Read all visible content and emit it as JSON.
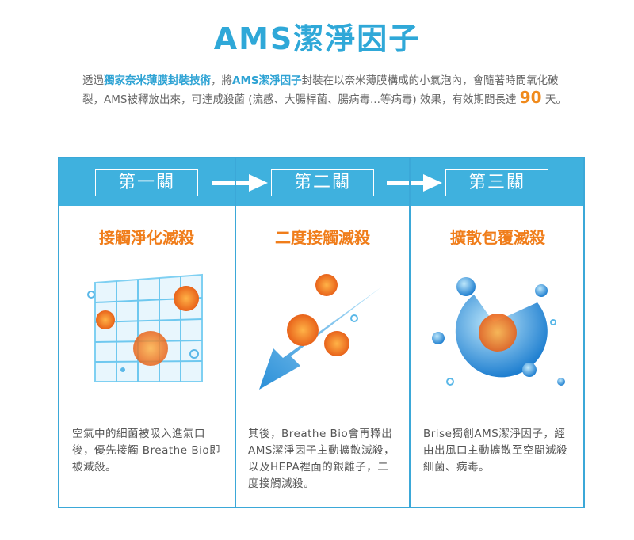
{
  "title": "AMS潔淨因子",
  "intro": {
    "p1": "透過",
    "h1": "獨家奈米薄膜封裝技術",
    "p2": "，將",
    "h2": "AMS潔淨因子",
    "p3": "封裝在以奈米薄膜構成的小氣泡內，會隨著時間氧化破裂，AMS被釋放出來，可達成殺菌 (流感、大腸桿菌、腸病毒...等病毒) 效果，有效期間長達 ",
    "days": "90",
    "p4": " 天。"
  },
  "stages": [
    {
      "label": "第一關",
      "title": "接觸淨化滅殺",
      "desc": "空氣中的細菌被吸入進氣口後，優先接觸 Breathe Bio即被滅殺。",
      "icon": "filter-grid-virus-icon"
    },
    {
      "label": "第二關",
      "title": "二度接觸滅殺",
      "desc": "其後，Breathe Bio會再釋出AMS潔淨因子主動擴散滅殺，以及HEPA裡面的銀離子，二度接觸滅殺。",
      "icon": "arrow-virus-icon"
    },
    {
      "label": "第三關",
      "title": "擴散包覆滅殺",
      "desc": "Brise獨創AMS潔淨因子，經由出風口主動擴散至空間滅殺細菌、病毒。",
      "icon": "bubble-virus-icon"
    }
  ],
  "colors": {
    "accent_blue": "#3fb1de",
    "title_blue": "#2fa8d8",
    "orange": "#f07d1a"
  }
}
